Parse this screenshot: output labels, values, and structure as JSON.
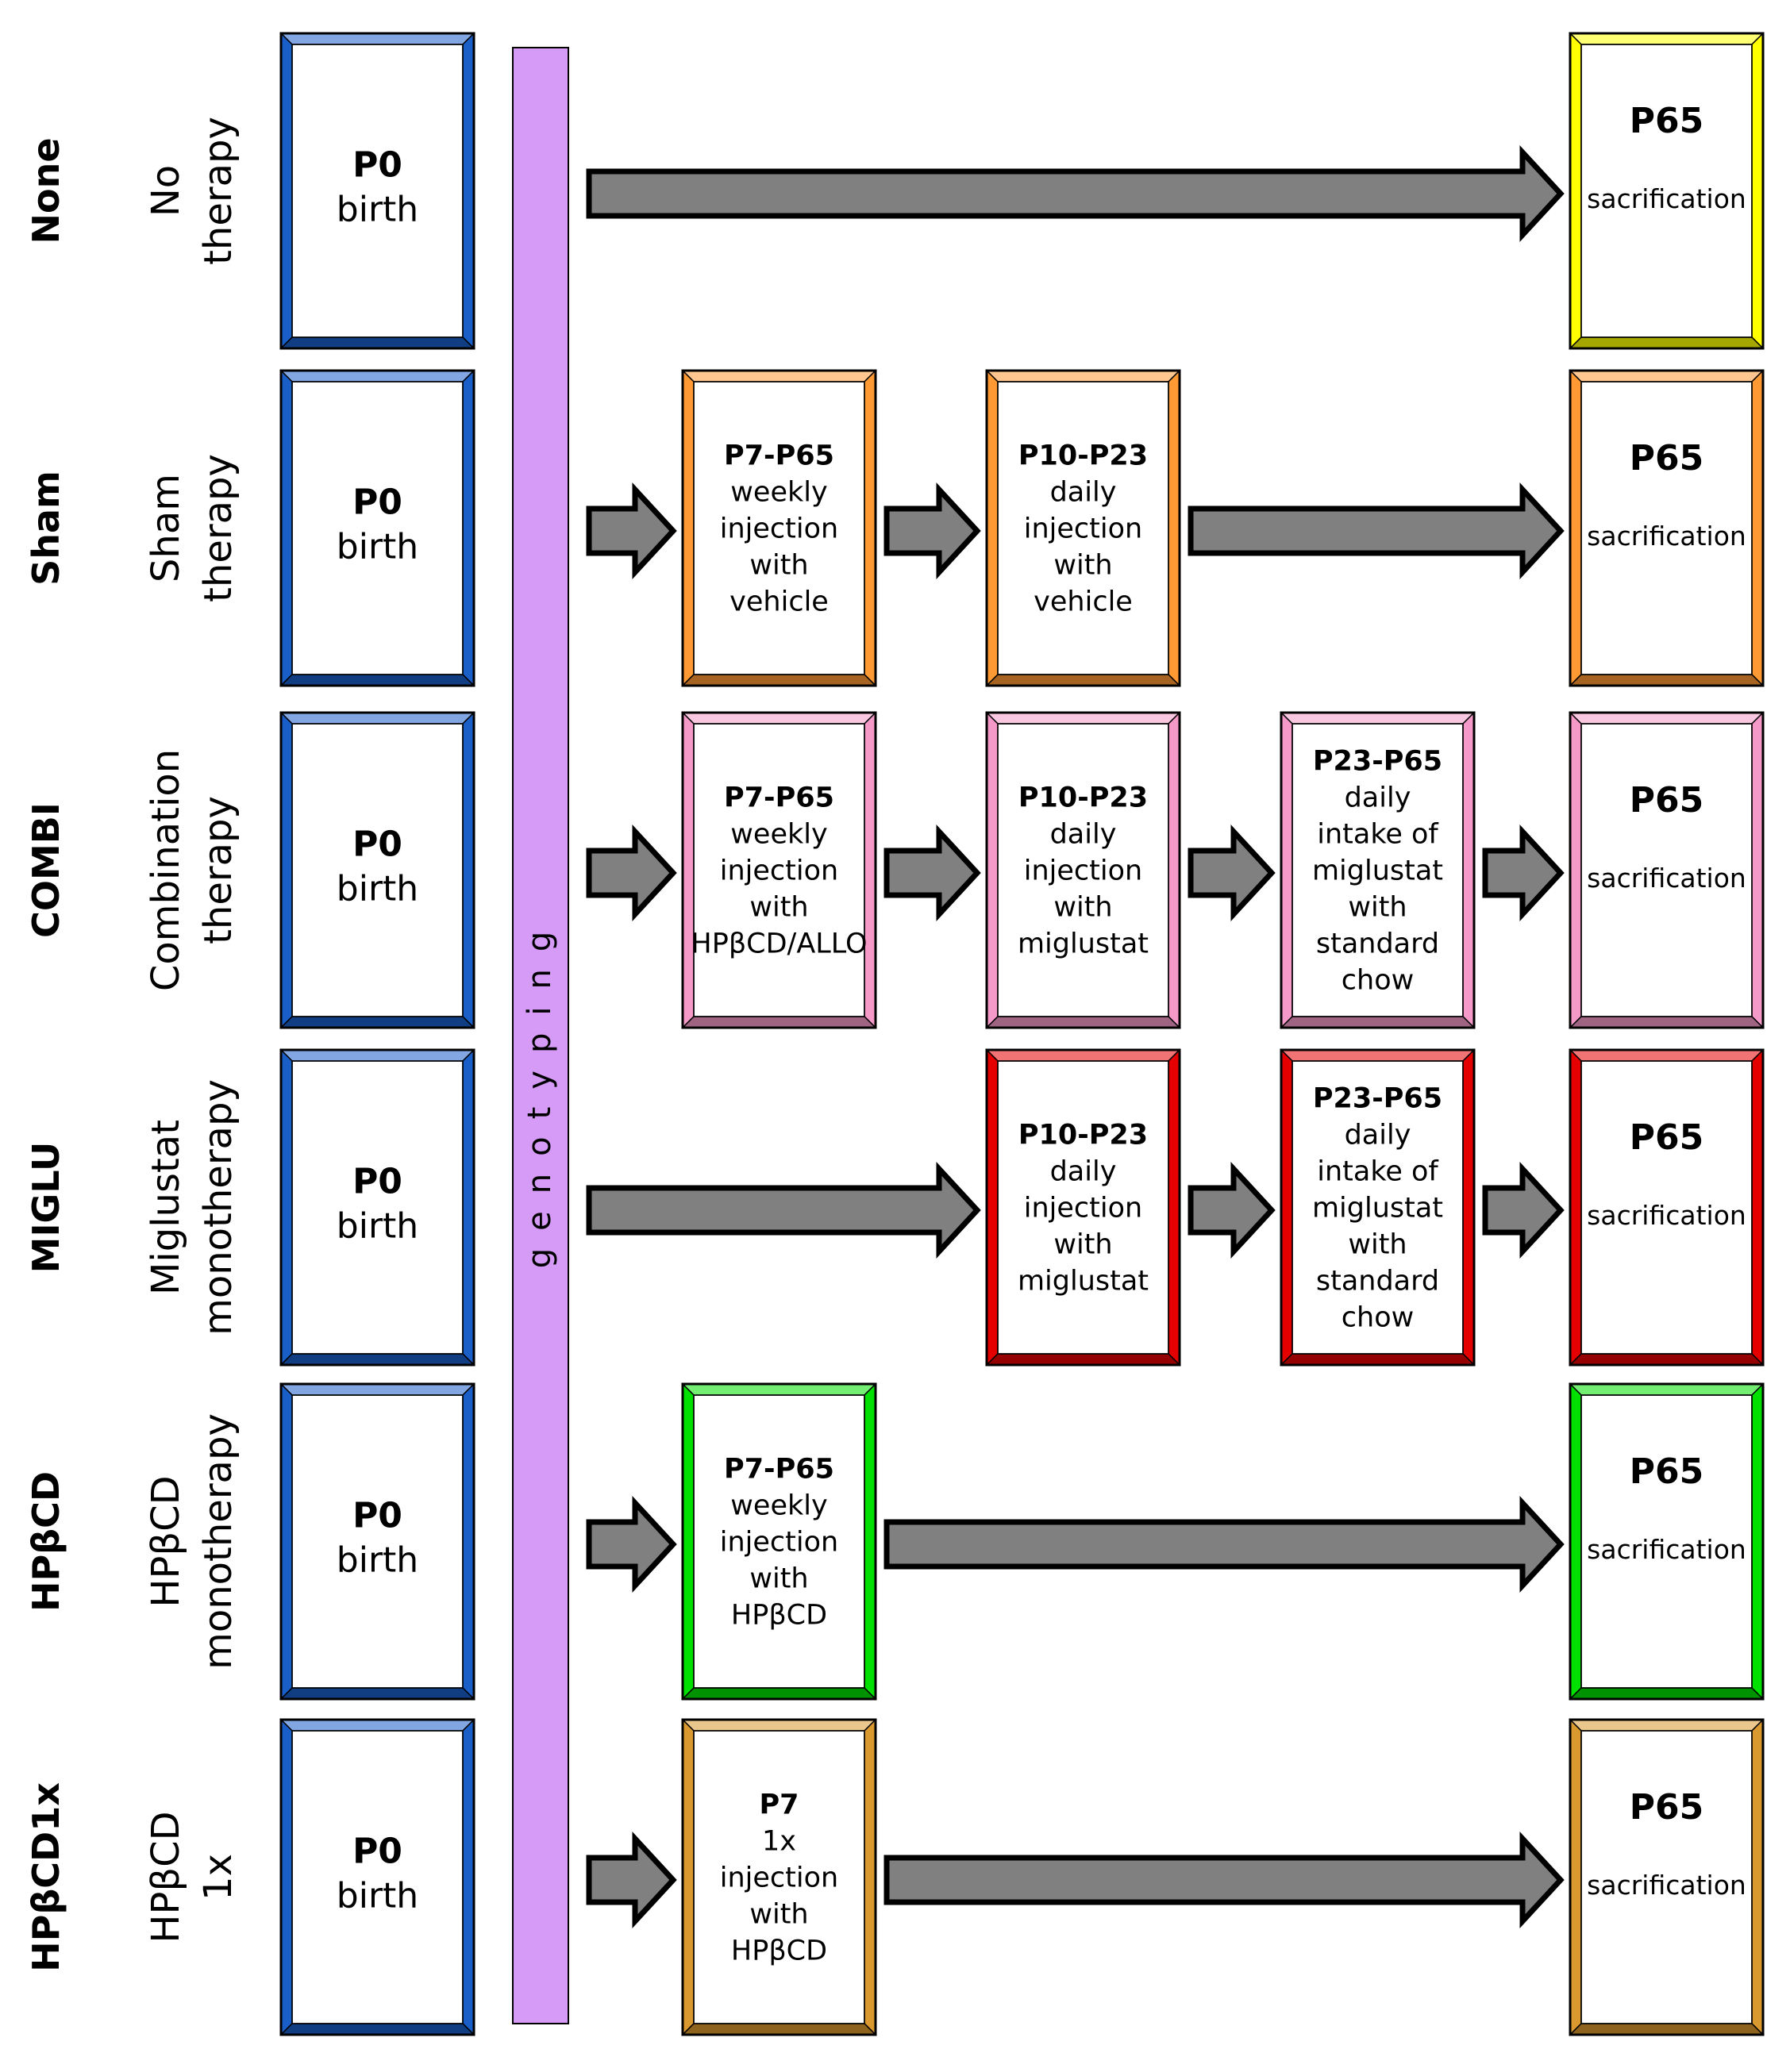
{
  "genotyping_label": "genotyping",
  "colors": {
    "birth": "#1a5ec8",
    "genotyping": "#d59bf6",
    "arrow": "#808080",
    "none_end": "#ffff00",
    "sham": "#ff9933",
    "combi": "#f59ac8",
    "miglu": "#e50000",
    "hpbcd": "#00e000",
    "hpbcd1x": "#d9992e"
  },
  "rows": [
    {
      "group": "None",
      "therapy": [
        "No",
        "therapy"
      ],
      "birth": {
        "bold": "P0",
        "lines": [
          "birth"
        ]
      },
      "steps": [],
      "end": {
        "bold": "P65",
        "lines": [
          "sacrification"
        ],
        "color_key": "none_end"
      }
    },
    {
      "group": "Sham",
      "therapy": [
        "Sham",
        "therapy"
      ],
      "birth": {
        "bold": "P0",
        "lines": [
          "birth"
        ]
      },
      "steps": [
        {
          "bold": "P7-P65",
          "lines": [
            "weekly",
            "injection",
            "with",
            "vehicle"
          ],
          "color_key": "sham"
        },
        {
          "bold": "P10-P23",
          "lines": [
            "daily",
            "injection",
            "with",
            "vehicle"
          ],
          "color_key": "sham"
        }
      ],
      "end": {
        "bold": "P65",
        "lines": [
          "sacrification"
        ],
        "color_key": "sham"
      }
    },
    {
      "group": "COMBI",
      "therapy": [
        "Combination",
        "therapy"
      ],
      "birth": {
        "bold": "P0",
        "lines": [
          "birth"
        ]
      },
      "steps": [
        {
          "bold": "P7-P65",
          "lines": [
            "weekly",
            "injection",
            "with",
            "HPβCD/ALLO"
          ],
          "color_key": "combi"
        },
        {
          "bold": "P10-P23",
          "lines": [
            "daily",
            "injection",
            "with",
            "miglustat"
          ],
          "color_key": "combi"
        },
        {
          "bold": "P23-P65",
          "lines": [
            "daily",
            "intake of",
            "miglustat",
            "with",
            "standard",
            "chow"
          ],
          "color_key": "combi"
        }
      ],
      "end": {
        "bold": "P65",
        "lines": [
          "sacrification"
        ],
        "color_key": "combi"
      }
    },
    {
      "group": "MIGLU",
      "therapy": [
        "Miglustat",
        "monotherapy"
      ],
      "birth": {
        "bold": "P0",
        "lines": [
          "birth"
        ]
      },
      "steps": [
        {
          "bold": "P10-P23",
          "lines": [
            "daily",
            "injection",
            "with",
            "miglustat"
          ],
          "color_key": "miglu"
        },
        {
          "bold": "P23-P65",
          "lines": [
            "daily",
            "intake of",
            "miglustat",
            "with",
            "standard",
            "chow"
          ],
          "color_key": "miglu"
        }
      ],
      "end": {
        "bold": "P65",
        "lines": [
          "sacrification"
        ],
        "color_key": "miglu"
      }
    },
    {
      "group": "HPβCD",
      "therapy": [
        "HPβCD",
        "monotherapy"
      ],
      "birth": {
        "bold": "P0",
        "lines": [
          "birth"
        ]
      },
      "steps": [
        {
          "bold": "P7-P65",
          "lines": [
            "weekly",
            "injection",
            "with",
            "HPβCD"
          ],
          "color_key": "hpbcd"
        }
      ],
      "end": {
        "bold": "P65",
        "lines": [
          "sacrification"
        ],
        "color_key": "hpbcd"
      }
    },
    {
      "group": "HPβCD1x",
      "therapy": [
        "HPβCD",
        "1x"
      ],
      "birth": {
        "bold": "P0",
        "lines": [
          "birth"
        ]
      },
      "steps": [
        {
          "bold": "P7",
          "lines": [
            "1x",
            "injection",
            "with",
            "HPβCD"
          ],
          "color_key": "hpbcd1x"
        }
      ],
      "end": {
        "bold": "P65",
        "lines": [
          "sacrification"
        ],
        "color_key": "hpbcd1x"
      }
    }
  ]
}
